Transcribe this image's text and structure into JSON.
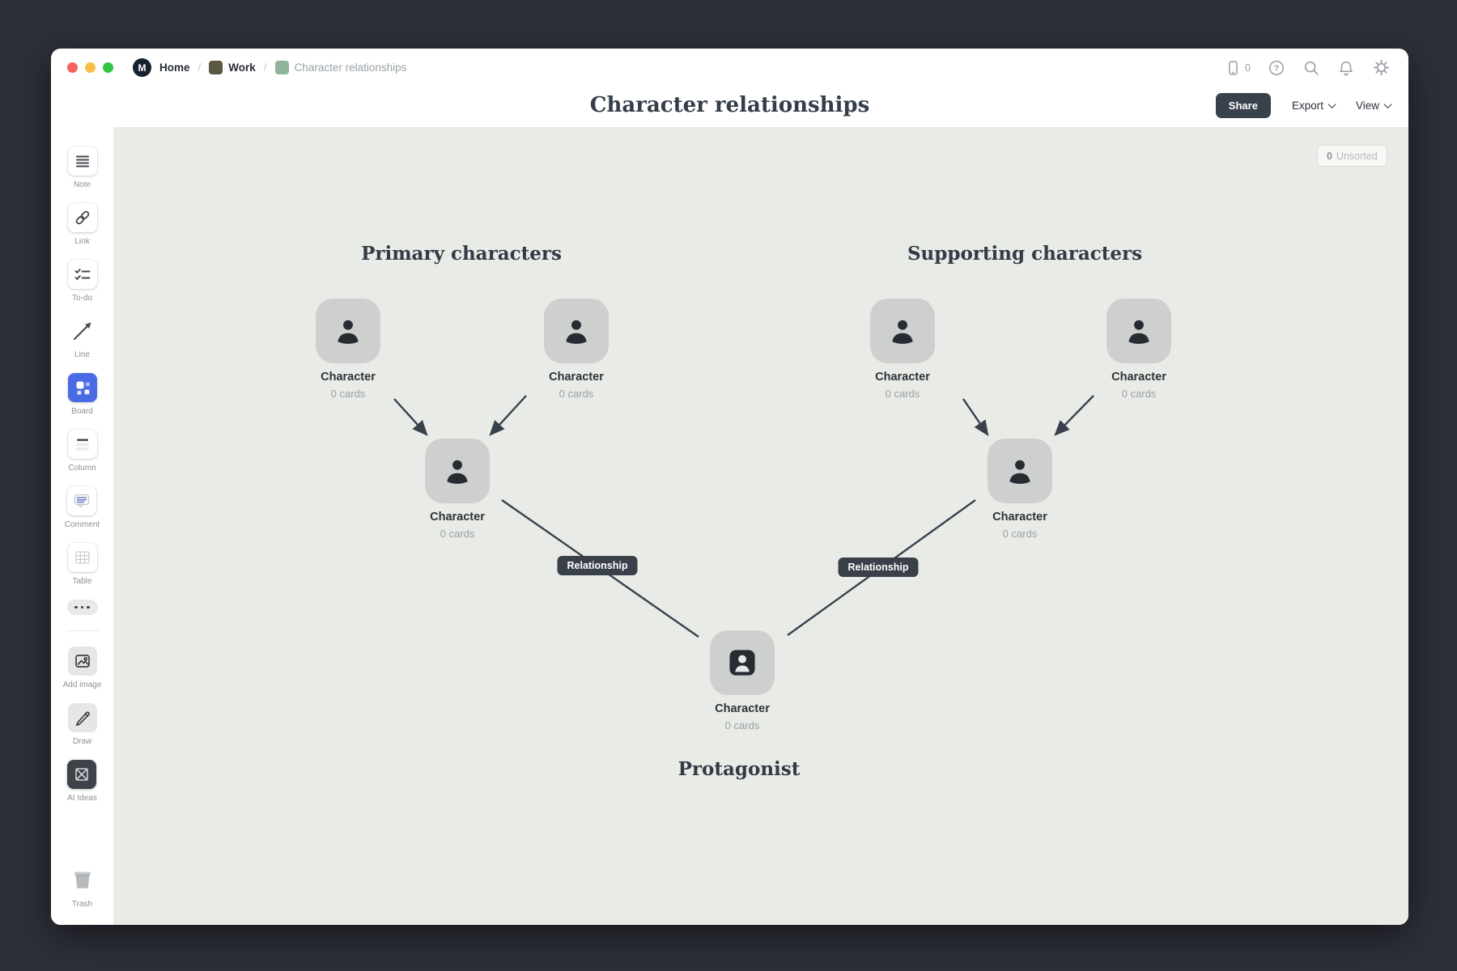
{
  "app": {
    "breadcrumb": {
      "logo_letter": "M",
      "separator": "/",
      "items": [
        {
          "label": "Home"
        },
        {
          "label": "Work"
        },
        {
          "label": "Character relationships"
        }
      ]
    },
    "topbar": {
      "device_count": "0",
      "icons": [
        "device-icon",
        "help-icon",
        "search-icon",
        "notifications-icon",
        "settings-icon"
      ]
    },
    "title": "Character relationships",
    "actions": {
      "share": "Share",
      "export": "Export",
      "view": "View"
    }
  },
  "sidebar": {
    "active_tool": "Board",
    "tools": [
      {
        "icon": "note-icon",
        "label": "Note"
      },
      {
        "icon": "link-icon",
        "label": "Link"
      },
      {
        "icon": "todo-icon",
        "label": "To-do"
      },
      {
        "icon": "line-icon",
        "label": "Line"
      },
      {
        "icon": "board-icon",
        "label": "Board"
      },
      {
        "icon": "column-icon",
        "label": "Column"
      },
      {
        "icon": "comment-icon",
        "label": "Comment"
      },
      {
        "icon": "table-icon",
        "label": "Table"
      },
      {
        "icon": "more-icon",
        "label": ""
      },
      {
        "icon": "add-image-icon",
        "label": "Add image"
      },
      {
        "icon": "draw-icon",
        "label": "Draw"
      },
      {
        "icon": "ai-ideas-icon",
        "label": "AI Ideas"
      },
      {
        "icon": "trash-icon",
        "label": "Trash"
      }
    ]
  },
  "canvas": {
    "unsorted": {
      "count": "0",
      "label": "Unsorted"
    },
    "headings": {
      "primary": "Primary characters",
      "supporting": "Supporting characters",
      "protagonist": "Protagonist"
    },
    "cards": [
      {
        "icon": "person-icon",
        "label": "Character",
        "sublabel": "0 cards"
      },
      {
        "icon": "person-icon",
        "label": "Character",
        "sublabel": "0 cards"
      },
      {
        "icon": "person-icon",
        "label": "Character",
        "sublabel": "0 cards"
      },
      {
        "icon": "person-icon",
        "label": "Character",
        "sublabel": "0 cards"
      },
      {
        "icon": "person-icon",
        "label": "Character",
        "sublabel": "0 cards"
      },
      {
        "icon": "person-icon",
        "label": "Character",
        "sublabel": "0 cards"
      },
      {
        "icon": "person-badge-icon",
        "label": "Character",
        "sublabel": "0 cards"
      }
    ],
    "relationships": [
      {
        "label": "Relationship"
      },
      {
        "label": "Relationship"
      }
    ]
  },
  "colors": {
    "accent_blue": "#4a6be5",
    "dark_navy": "#39414d",
    "canvas_bg": "#e9ebe7",
    "card_gray": "#cdd0cf",
    "work_swatch": "#5c5844",
    "board_swatch": "#8fb49a"
  }
}
